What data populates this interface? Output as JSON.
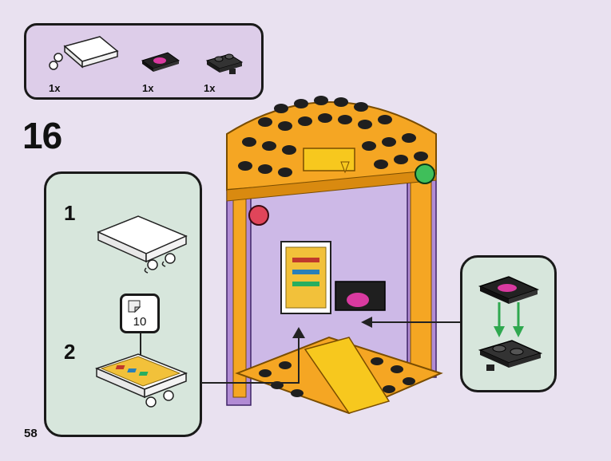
{
  "parts_list": {
    "items": [
      {
        "name": "white-tile-with-clips",
        "quantity": "1x"
      },
      {
        "name": "black-printed-tile",
        "quantity": "1x"
      },
      {
        "name": "black-plate-with-clip",
        "quantity": "1x"
      }
    ]
  },
  "step": {
    "number": "16"
  },
  "sub_assembly": {
    "step1_label": "1",
    "step2_label": "2",
    "callout_ref": "10"
  },
  "page": {
    "number": "58"
  },
  "colors": {
    "background": "#e9e1f0",
    "parts_panel": "#ddcde9",
    "sub_panel": "#d7e6dc",
    "brick_orange": "#f5a623",
    "brick_yellow": "#f7c81e",
    "brick_lavender": "#b18bd4",
    "arrow_green": "#2fa84f"
  }
}
